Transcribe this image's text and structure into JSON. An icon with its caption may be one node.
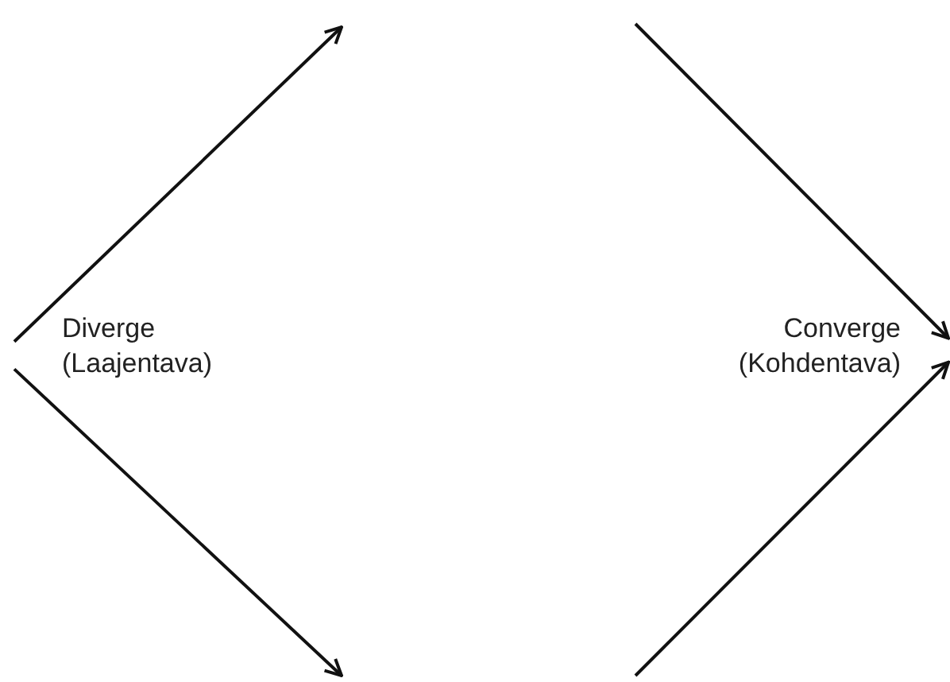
{
  "diagram": {
    "nodes": [
      {
        "text": [
          "Diverge (Laajentava)"
        ]
      },
      {
        "text": [
          "Converge (Kohdentava)"
        ]
      }
    ],
    "edges": [
      {
        "from": 0,
        "to": null,
        "arrow": "to"
      },
      {
        "from": 0,
        "to": null,
        "arrow": "to"
      },
      {
        "from": null,
        "to": 1,
        "arrow": "to"
      },
      {
        "from": null,
        "to": 1,
        "arrow": "to"
      }
    ]
  }
}
